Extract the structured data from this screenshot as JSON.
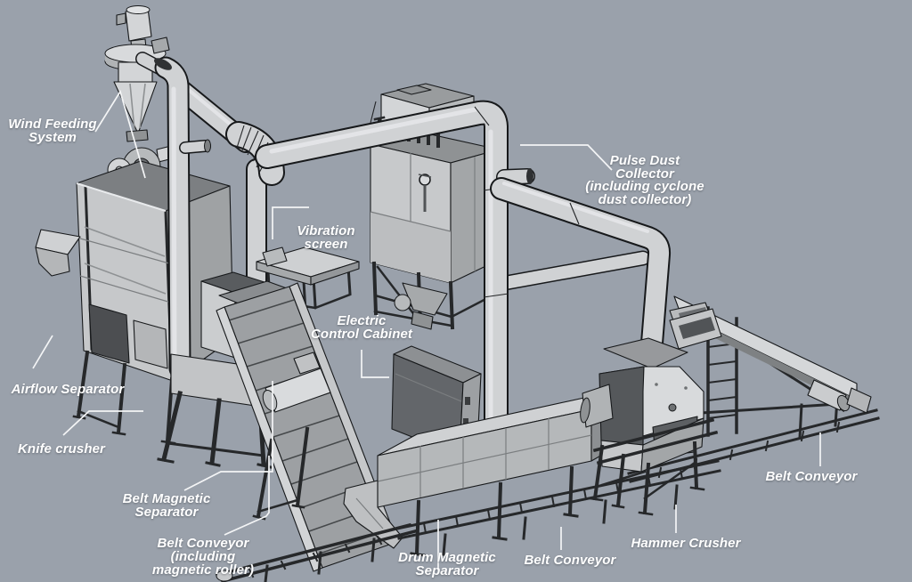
{
  "figure": {
    "kind": "isometric-machinery-diagram"
  },
  "palette": {
    "background": "#9aa1ab",
    "machine_light": "#d3d5d7",
    "machine_mid": "#b7babc",
    "machine_dark": "#6b6e71",
    "dark_panel": "#55585b",
    "outline": "#17191b",
    "label_text": "#ffffff",
    "leader_line": "#f4f5f6"
  },
  "labels": [
    {
      "id": "wind-feeding-system",
      "text": "Wind Feeding\nSystem"
    },
    {
      "id": "vibration-screen",
      "text": "Vibration\nscreen"
    },
    {
      "id": "electric-control-cabinet",
      "text": "Electric\nControl Cabinet"
    },
    {
      "id": "pulse-dust-collector",
      "text": "Pulse Dust\nCollector\n(including cyclone\ndust collector)"
    },
    {
      "id": "airflow-separator",
      "text": "Airflow Separator"
    },
    {
      "id": "knife-crusher",
      "text": "Knife crusher"
    },
    {
      "id": "belt-magnetic-separator",
      "text": "Belt Magnetic\nSeparator"
    },
    {
      "id": "belt-conveyor-magnetic-roller",
      "text": "Belt Conveyor\n(including\nmagnetic roller)"
    },
    {
      "id": "drum-magnetic-separator",
      "text": "Drum Magnetic\nSeparator"
    },
    {
      "id": "belt-conveyor-bottom",
      "text": "Belt Conveyor"
    },
    {
      "id": "hammer-crusher",
      "text": "Hammer Crusher"
    },
    {
      "id": "belt-conveyor-right",
      "text": "Belt Conveyor"
    }
  ]
}
